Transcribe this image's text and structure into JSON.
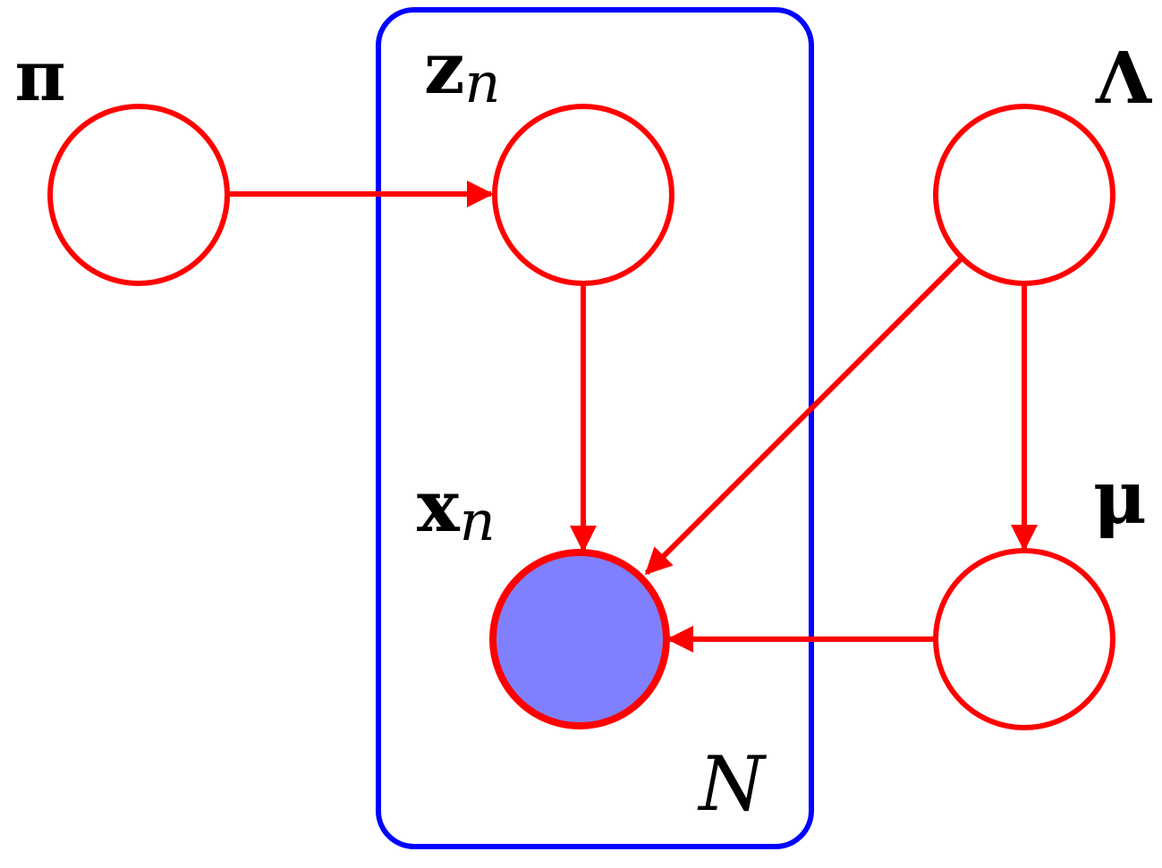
{
  "nodes": {
    "pi": {
      "symbol": "π"
    },
    "z": {
      "symbol": "z",
      "subscript": "n"
    },
    "lambda": {
      "symbol": "Λ"
    },
    "x": {
      "symbol": "x",
      "subscript": "n",
      "observed": true
    },
    "mu": {
      "symbol": "μ"
    }
  },
  "plate": {
    "label": "N"
  },
  "colors": {
    "node_stroke": "#ff0000",
    "edge": "#ff0000",
    "plate_stroke": "#0000ff",
    "observed_fill": "#8080ff",
    "node_fill": "#ffffff",
    "text": "#000000"
  }
}
